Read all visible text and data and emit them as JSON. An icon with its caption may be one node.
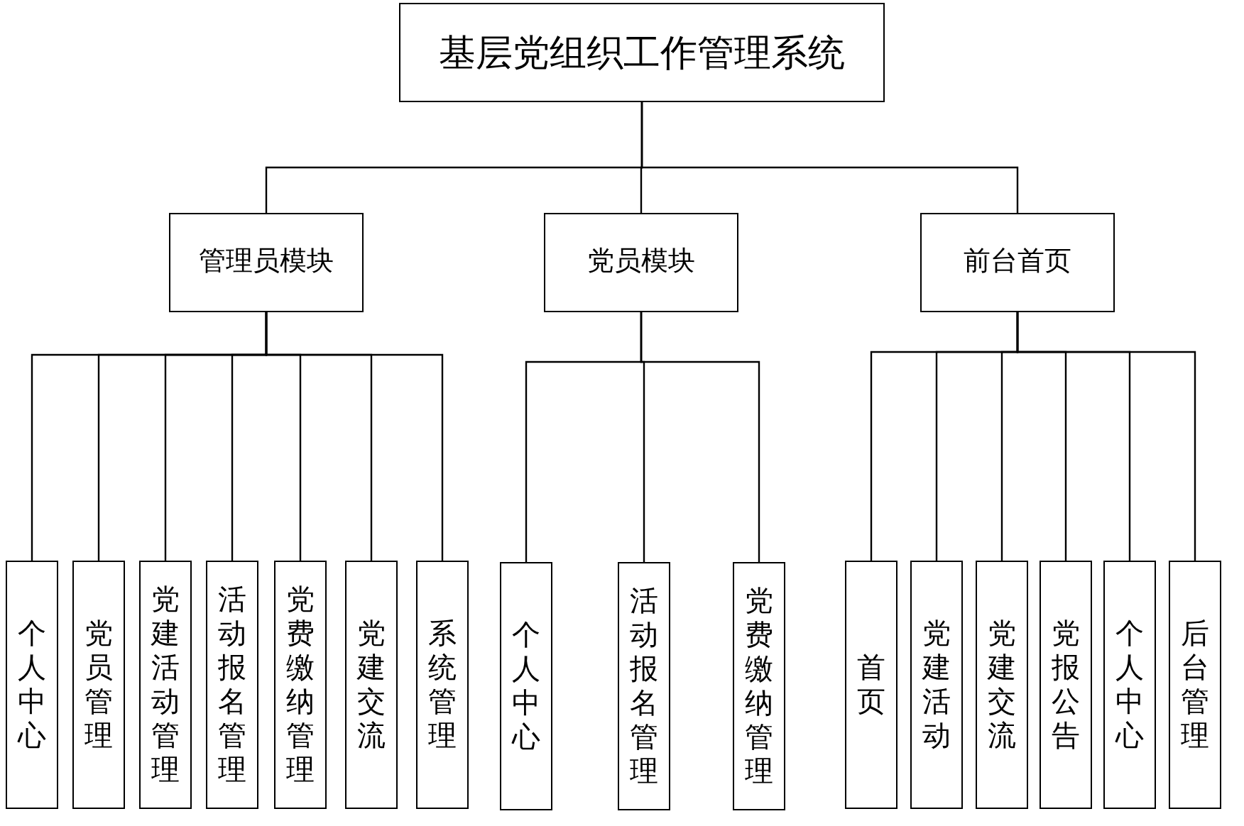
{
  "diagram": {
    "nodes": [
      {
        "text": [
          "基层党组织工作管理系统"
        ]
      },
      {
        "text": [
          "管理员模块"
        ]
      },
      {
        "text": [
          "党员模块"
        ]
      },
      {
        "text": [
          "前台首页"
        ]
      },
      {
        "text": [
          "个人中心"
        ]
      },
      {
        "text": [
          "党员管理"
        ]
      },
      {
        "text": [
          "党建活动管理"
        ]
      },
      {
        "text": [
          "活动报名管理"
        ]
      },
      {
        "text": [
          "党费缴纳管理"
        ]
      },
      {
        "text": [
          "党建交流"
        ]
      },
      {
        "text": [
          "系统管理"
        ]
      },
      {
        "text": [
          "个人中心"
        ]
      },
      {
        "text": [
          "活动报名管理"
        ]
      },
      {
        "text": [
          "党费缴纳管理"
        ]
      },
      {
        "text": [
          "首页"
        ]
      },
      {
        "text": [
          "党建活动"
        ]
      },
      {
        "text": [
          "党建交流"
        ]
      },
      {
        "text": [
          "党报公告"
        ]
      },
      {
        "text": [
          "个人中心"
        ]
      },
      {
        "text": [
          "后台管理"
        ]
      }
    ],
    "edges": [
      {
        "from": 0,
        "to": 1,
        "arrow": "none"
      },
      {
        "from": 0,
        "to": 2,
        "arrow": "none"
      },
      {
        "from": 0,
        "to": 3,
        "arrow": "none"
      },
      {
        "from": 1,
        "to": 4,
        "arrow": "none"
      },
      {
        "from": 1,
        "to": 5,
        "arrow": "none"
      },
      {
        "from": 1,
        "to": 6,
        "arrow": "none"
      },
      {
        "from": 1,
        "to": 7,
        "arrow": "none"
      },
      {
        "from": 1,
        "to": 8,
        "arrow": "none"
      },
      {
        "from": 1,
        "to": 9,
        "arrow": "none"
      },
      {
        "from": 1,
        "to": 10,
        "arrow": "none"
      },
      {
        "from": 2,
        "to": 11,
        "arrow": "none"
      },
      {
        "from": 2,
        "to": 12,
        "arrow": "none"
      },
      {
        "from": 2,
        "to": 13,
        "arrow": "none"
      },
      {
        "from": 3,
        "to": 14,
        "arrow": "none"
      },
      {
        "from": 3,
        "to": 15,
        "arrow": "none"
      },
      {
        "from": 3,
        "to": 16,
        "arrow": "none"
      },
      {
        "from": 3,
        "to": 17,
        "arrow": "none"
      },
      {
        "from": 3,
        "to": 18,
        "arrow": "none"
      },
      {
        "from": 3,
        "to": 19,
        "arrow": "none"
      }
    ]
  }
}
